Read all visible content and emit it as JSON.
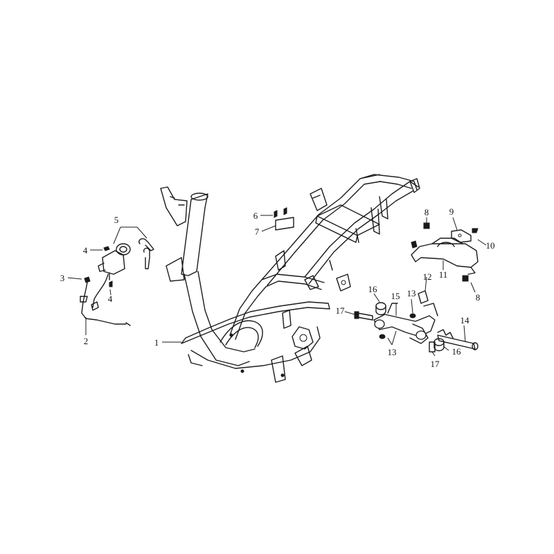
{
  "callouts": [
    {
      "id": "c1",
      "text": "1"
    },
    {
      "id": "c2",
      "text": "2"
    },
    {
      "id": "c3",
      "text": "3"
    },
    {
      "id": "c4a",
      "text": "4"
    },
    {
      "id": "c4b",
      "text": "4"
    },
    {
      "id": "c5",
      "text": "5"
    },
    {
      "id": "c6",
      "text": "6"
    },
    {
      "id": "c7",
      "text": "7"
    },
    {
      "id": "c8a",
      "text": "8"
    },
    {
      "id": "c8b",
      "text": "8"
    },
    {
      "id": "c9",
      "text": "9"
    },
    {
      "id": "c10",
      "text": "10"
    },
    {
      "id": "c11",
      "text": "11"
    },
    {
      "id": "c12",
      "text": "12"
    },
    {
      "id": "c13a",
      "text": "13"
    },
    {
      "id": "c13b",
      "text": "13"
    },
    {
      "id": "c14",
      "text": "14"
    },
    {
      "id": "c15",
      "text": "15"
    },
    {
      "id": "c16a",
      "text": "16"
    },
    {
      "id": "c16b",
      "text": "16"
    },
    {
      "id": "c17a",
      "text": "17"
    },
    {
      "id": "c17b",
      "text": "17"
    }
  ]
}
